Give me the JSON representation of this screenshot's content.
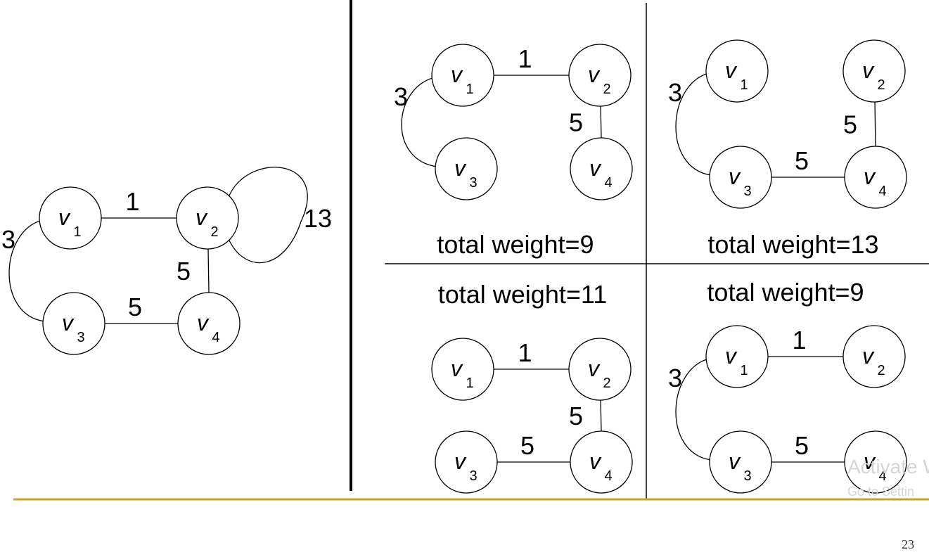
{
  "original_graph": {
    "nodes": [
      {
        "id": "v1",
        "letter": "v",
        "sub": "1"
      },
      {
        "id": "v2",
        "letter": "v",
        "sub": "2"
      },
      {
        "id": "v3",
        "letter": "v",
        "sub": "3"
      },
      {
        "id": "v4",
        "letter": "v",
        "sub": "4"
      }
    ],
    "edges": [
      {
        "from": "v1",
        "to": "v2",
        "weight": "1"
      },
      {
        "from": "v1",
        "to": "v3",
        "weight": "3"
      },
      {
        "from": "v2",
        "to": "v4",
        "weight": "5"
      },
      {
        "from": "v3",
        "to": "v4",
        "weight": "5"
      },
      {
        "from": "v2",
        "to": "v2",
        "weight": "13"
      }
    ]
  },
  "spanning_trees": [
    {
      "total_label": "total weight=9",
      "edges": [
        {
          "from": "v1",
          "to": "v2",
          "weight": "1"
        },
        {
          "from": "v1",
          "to": "v3",
          "weight": "3"
        },
        {
          "from": "v2",
          "to": "v4",
          "weight": "5"
        }
      ]
    },
    {
      "total_label": "total weight=13",
      "edges": [
        {
          "from": "v1",
          "to": "v3",
          "weight": "3"
        },
        {
          "from": "v2",
          "to": "v4",
          "weight": "5"
        },
        {
          "from": "v3",
          "to": "v4",
          "weight": "5"
        }
      ]
    },
    {
      "total_label": "total weight=11",
      "edges": [
        {
          "from": "v1",
          "to": "v2",
          "weight": "1"
        },
        {
          "from": "v2",
          "to": "v4",
          "weight": "5"
        },
        {
          "from": "v3",
          "to": "v4",
          "weight": "5"
        }
      ]
    },
    {
      "total_label": "total weight=9",
      "edges": [
        {
          "from": "v1",
          "to": "v2",
          "weight": "1"
        },
        {
          "from": "v1",
          "to": "v3",
          "weight": "3"
        },
        {
          "from": "v3",
          "to": "v4",
          "weight": "5"
        }
      ]
    }
  ],
  "watermark": {
    "line1": "Activate W",
    "line2": "Go to Settin"
  },
  "page_number": "23",
  "colors": {
    "footer_rule": "#c9a227",
    "watermark": "#d5d5d5"
  }
}
